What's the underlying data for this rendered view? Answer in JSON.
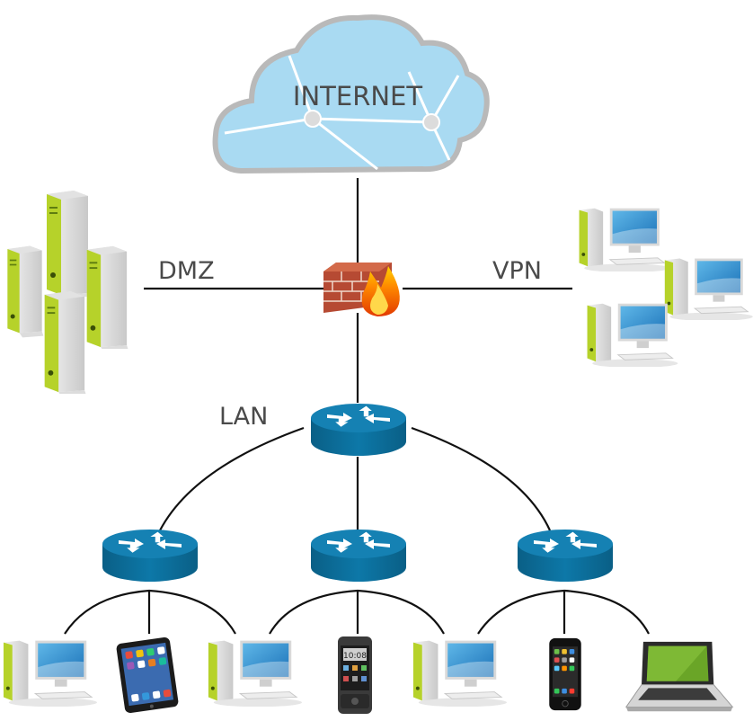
{
  "labels": {
    "internet": "INTERNET",
    "dmz": "DMZ",
    "vpn": "VPN",
    "lan": "LAN"
  },
  "colors": {
    "cloud": "#a9daf2",
    "router": "#0b6d99",
    "server": "#b6d22a",
    "line": "#111111",
    "text": "#4a4a4a"
  },
  "nodes": {
    "cloud": {
      "icon": "cloud-icon"
    },
    "firewall": {
      "icon": "firewall-icon"
    },
    "core_router": {
      "icon": "router-icon"
    },
    "dmz_servers": {
      "icon": "server-tower-icon",
      "count": 4
    },
    "vpn_computers": {
      "icon": "desktop-computer-icon",
      "count": 3
    },
    "access_routers": {
      "icon": "router-icon",
      "count": 3
    },
    "end_devices": [
      "desktop-computer-icon",
      "tablet-icon",
      "desktop-computer-icon",
      "smartphone-icon",
      "desktop-computer-icon",
      "smartphone-icon",
      "laptop-icon"
    ]
  }
}
